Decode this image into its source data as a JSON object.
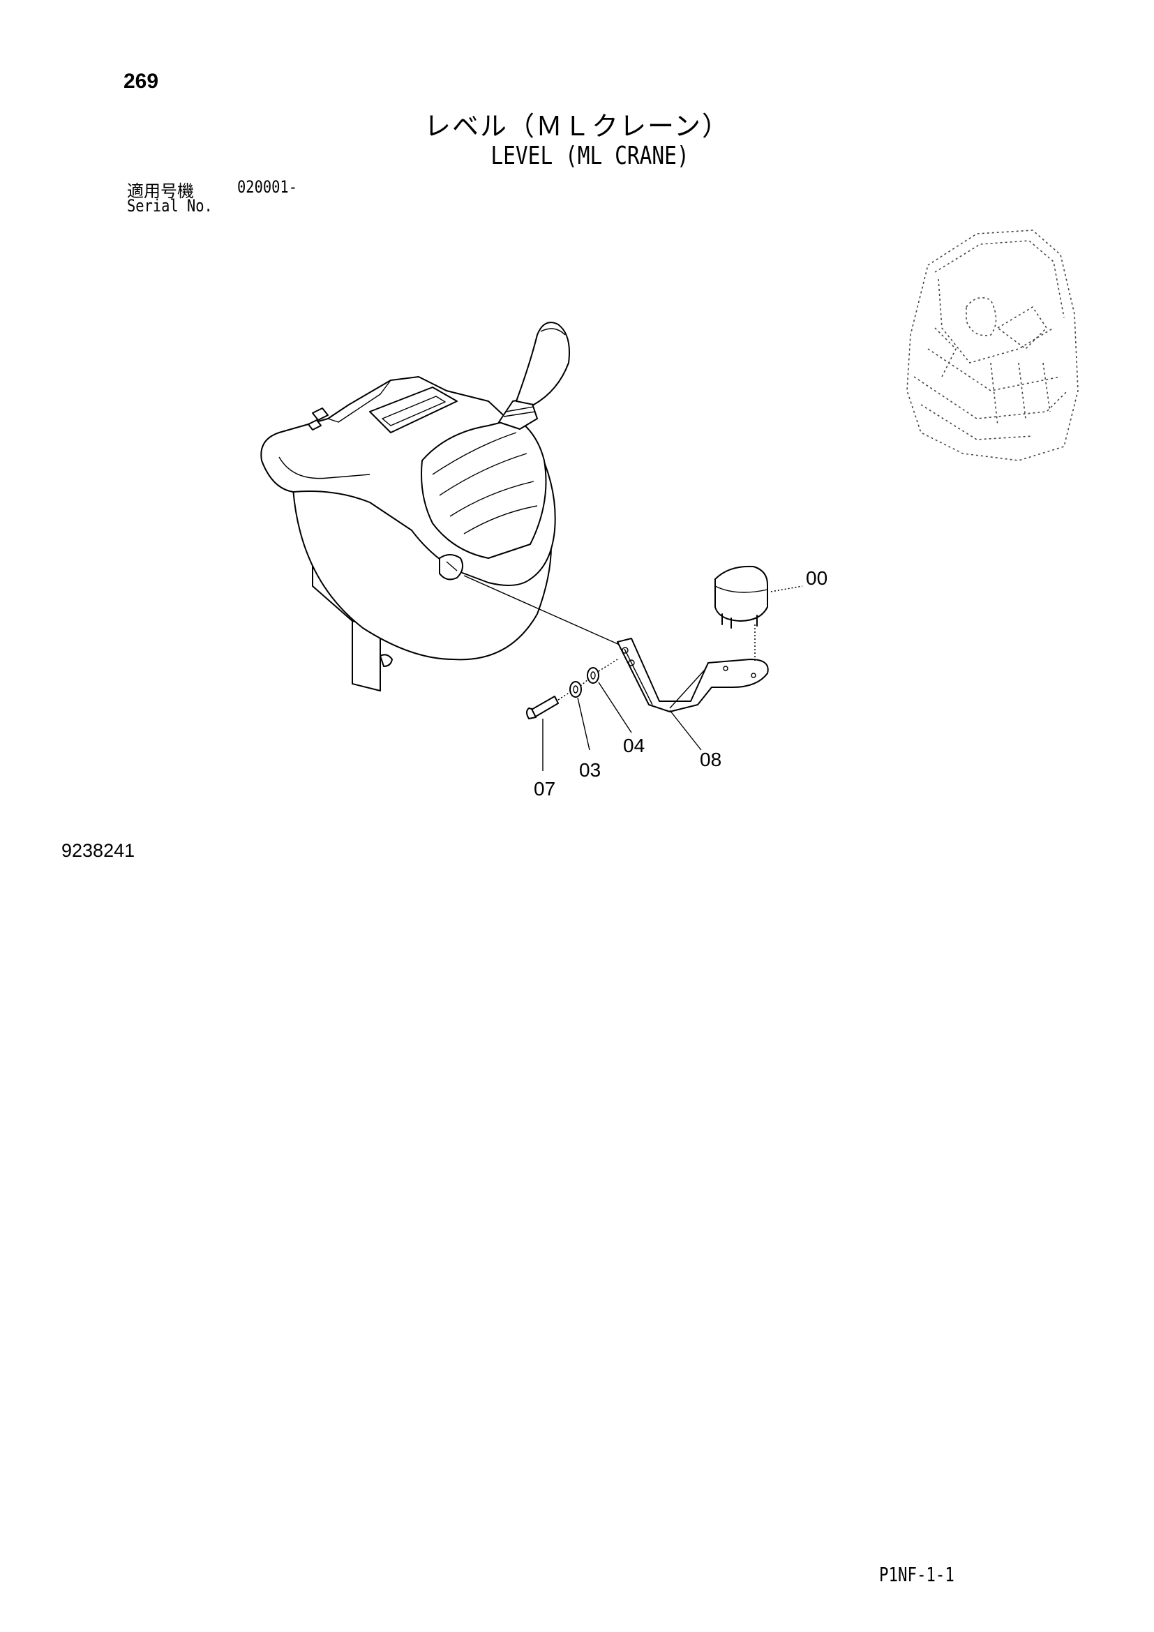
{
  "page": {
    "number": "269",
    "title_jp": "レベル（ＭＬクレーン）",
    "title_en": "LEVEL (ML CRANE)",
    "serial_label_jp": "適用号機",
    "serial_value": "020001-",
    "serial_label_en": "Serial No.",
    "drawing_number": "9238241",
    "sheet_code": "P1NF-1-1"
  },
  "callouts": {
    "part_00": "00",
    "part_03": "03",
    "part_04": "04",
    "part_07": "07",
    "part_08": "08"
  },
  "icons": {
    "control_console": "control-console-illustration",
    "cab_location": "cab-location-thumbnail"
  }
}
